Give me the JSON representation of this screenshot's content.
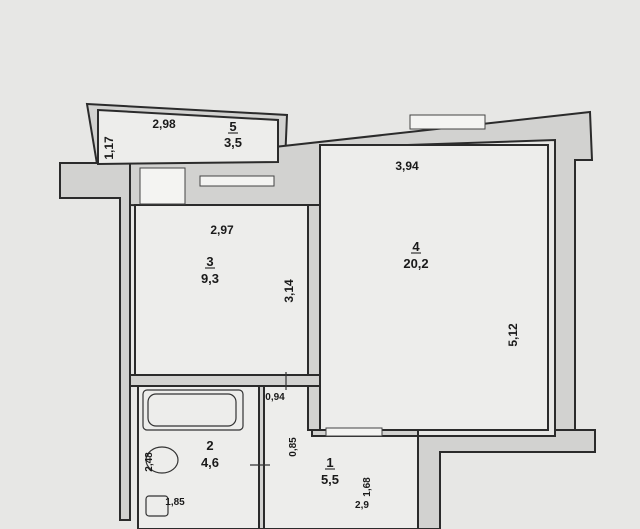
{
  "rooms": [
    {
      "number": "1",
      "area": "5,5"
    },
    {
      "number": "2",
      "area": "4,6"
    },
    {
      "number": "3",
      "area": "9,3"
    },
    {
      "number": "4",
      "area": "20,2"
    },
    {
      "number": "5",
      "area": "3,5"
    }
  ],
  "dimensions": {
    "balcony_width": "2,98",
    "balcony_depth": "1,17",
    "kitchen_width": "2,97",
    "kitchen_length": "3,14",
    "living_width": "3,94",
    "living_length": "5,12",
    "corridor_width": "0,94",
    "corridor_segment": "0,85",
    "hall_depth": "1,68",
    "hall_width": "2,9",
    "bath_depth": "2,48",
    "bath_width": "1,85"
  }
}
